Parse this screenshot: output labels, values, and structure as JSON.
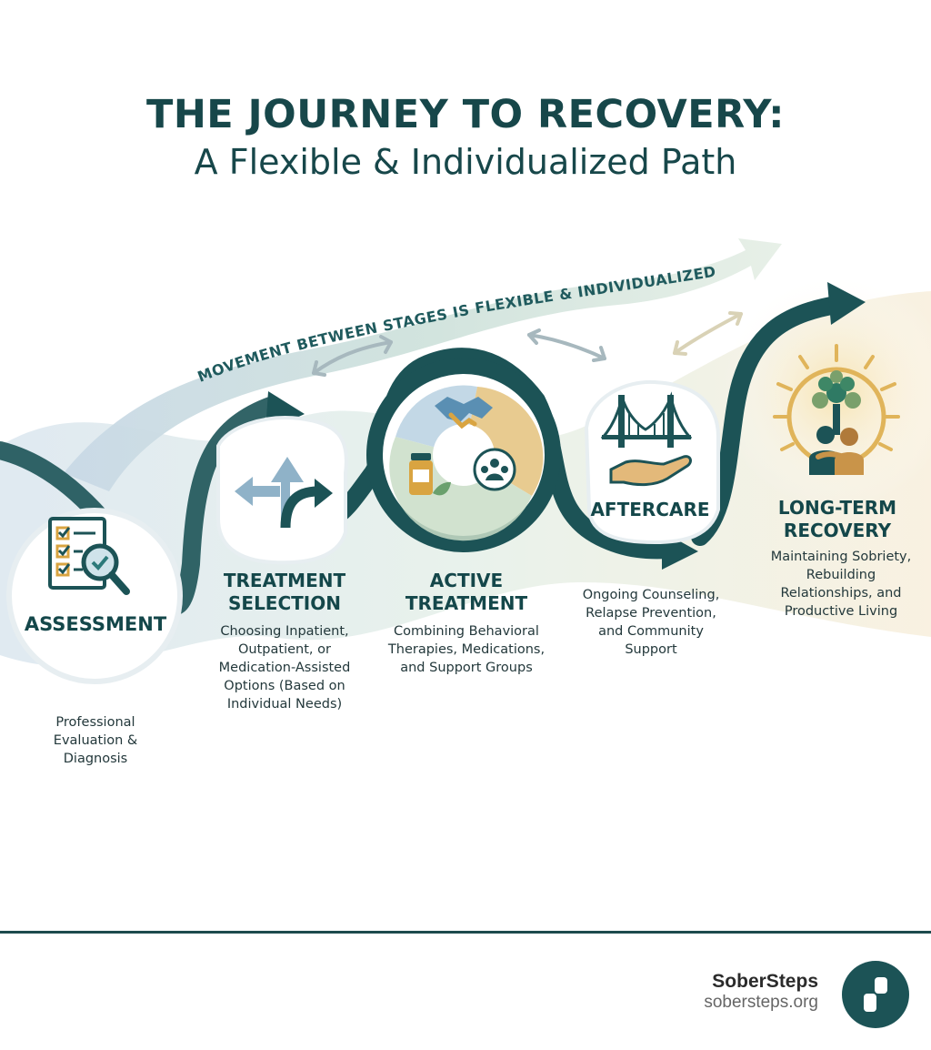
{
  "title": {
    "main": "THE JOURNEY TO RECOVERY:",
    "sub": "A Flexible & Individualized Path"
  },
  "banner": {
    "text": "MOVEMENT BETWEEN STAGES IS FLEXIBLE & INDIVIDUALIZED"
  },
  "stages": [
    {
      "name": "ASSESSMENT",
      "desc": [
        "Professional",
        "Evaluation &",
        "Diagnosis"
      ]
    },
    {
      "name": [
        "TREATMENT",
        "SELECTION"
      ],
      "desc": [
        "Choosing Inpatient,",
        "Outpatient, or",
        "Medication-Assisted",
        "Options (Based on",
        "Individual Needs)"
      ]
    },
    {
      "name": [
        "ACTIVE",
        "TREATMENT"
      ],
      "desc": [
        "Combining Behavioral",
        "Therapies, Medications,",
        "and Support Groups"
      ]
    },
    {
      "name": "AFTERCARE",
      "desc": [
        "Ongoing Counseling,",
        "Relapse Prevention,",
        "and Community",
        "Support"
      ]
    },
    {
      "name": [
        "LONG-TERM",
        "RECOVERY"
      ],
      "desc": [
        "Maintaining Sobriety,",
        "Rebuilding",
        "Relationships, and",
        "Productive Living"
      ]
    }
  ],
  "footer": {
    "brand": "SoberSteps",
    "url": "sobersteps.org"
  },
  "colors": {
    "primary": "#1c5356",
    "accent_gold": "#d9a441",
    "soft_blue": "#c7d9e6",
    "soft_green": "#cfe3d6"
  },
  "icons": [
    "checklist-magnifier-icon",
    "fork-arrows-icon",
    "handshake-icon",
    "medicine-bottle-icon",
    "group-icon",
    "bridge-icon",
    "open-hand-icon",
    "tree-sun-icon",
    "people-hug-icon"
  ]
}
